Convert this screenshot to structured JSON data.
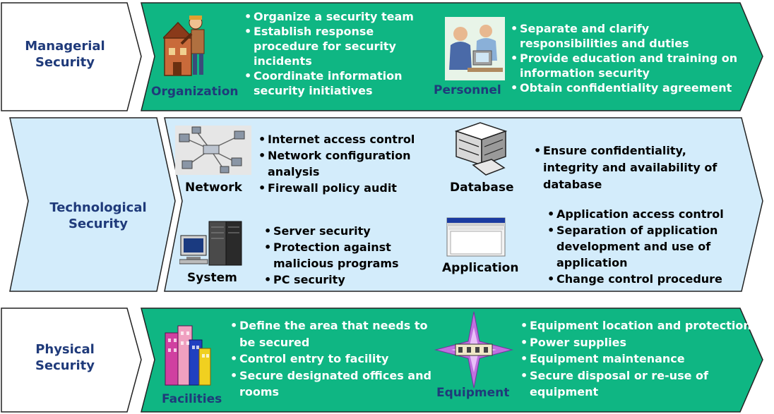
{
  "rows": [
    {
      "title": "Managerial\nSecurity",
      "items": [
        {
          "label": "Organization",
          "icon": "organization-worker-icon",
          "bullets": [
            "Organize a security team",
            "Establish response procedure for security incidents",
            "Coordinate information security initiatives"
          ]
        },
        {
          "label": "Personnel",
          "icon": "personnel-meeting-icon",
          "bullets": [
            "Separate and clarify responsibilities and duties",
            "Provide education and training on information security",
            "Obtain confidentiality agreement"
          ]
        }
      ]
    },
    {
      "title": "Technological\nSecurity",
      "items": [
        {
          "label": "Network",
          "icon": "network-diagram-icon",
          "bullets": [
            "Internet access control",
            "Network configuration analysis",
            "Firewall policy audit"
          ]
        },
        {
          "label": "Database",
          "icon": "database-cabinet-icon",
          "bullets": [
            "Ensure confidentiality, integrity and availability of database"
          ]
        },
        {
          "label": "System",
          "icon": "server-computer-icon",
          "bullets": [
            "Server security",
            "Protection against malicious programs",
            "PC security"
          ]
        },
        {
          "label": "Application",
          "icon": "application-window-icon",
          "bullets": [
            "Application access control",
            "Separation of application development and use of application",
            "Change control procedure"
          ]
        }
      ]
    },
    {
      "title": "Physical\nSecurity",
      "items": [
        {
          "label": "Facilities",
          "icon": "buildings-icon",
          "bullets": [
            "Define the area that needs to be secured",
            "Control entry to facility",
            "Secure designated offices and rooms"
          ]
        },
        {
          "label": "Equipment",
          "icon": "equipment-star-icon",
          "bullets": [
            "Equipment location and protection",
            "Power supplies",
            "Equipment maintenance",
            "Secure disposal or re-use of equipment"
          ]
        }
      ]
    }
  ],
  "colors": {
    "managerial_fill": "#0fb683",
    "technological_fill": "#d3ecfb",
    "physical_fill": "#0fb683",
    "title_text": "#1f3a7a",
    "outline": "#222222"
  }
}
